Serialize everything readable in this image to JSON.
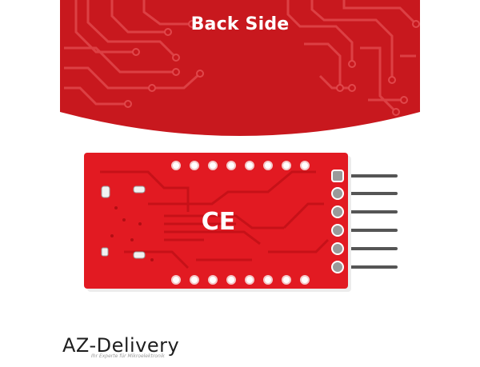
{
  "banner": {
    "title": "Back Side",
    "background_color": "#c8181e",
    "trace_color": "#e0474b"
  },
  "board": {
    "pcb_color": "#e21a22",
    "ce_mark": "CE",
    "top_pads": 8,
    "bottom_pads": 8,
    "header_pins": 6
  },
  "logo": {
    "brand": "AZ-Delivery",
    "tagline": "Ihr Experte für Mikroelektronik",
    "accent_color": "#e3231a"
  }
}
